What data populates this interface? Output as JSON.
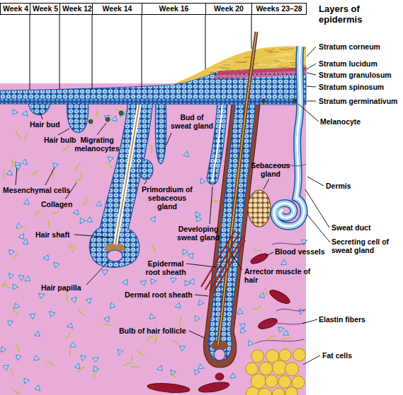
{
  "diagram": {
    "nodes": [
      {
        "text": [
          "Week 4"
        ]
      },
      {
        "text": [
          "Week 5"
        ]
      },
      {
        "text": [
          "Week 12"
        ]
      },
      {
        "text": [
          "Week 14"
        ]
      },
      {
        "text": [
          "Week 16"
        ]
      },
      {
        "text": [
          "Week 20"
        ]
      },
      {
        "text": [
          "Weeks 23–28"
        ]
      }
    ],
    "labels": [
      "Layers of epidermis",
      "Stratum corneum",
      "Stratum lucidum",
      "Stratum granulosum",
      "Stratum spinosum",
      "Stratum germinativum",
      "Hair bud",
      "Hair bulb",
      "Migrating melanocytes",
      "Bud of sweat gland",
      "Melanocyte",
      "Sebaceous gland",
      "Dermis",
      "Mesenchymal cells",
      "Collagen",
      "Primordium of sebaceous gland",
      "Developing sweat gland",
      "Sweat duct",
      "Hair shaft",
      "Secreting cell of sweat gland",
      "Blood vessels",
      "Epidermal root sheath",
      "Arrector muscle of hair",
      "Hair papilla",
      "Dermal root sheath",
      "Elastin fibers",
      "Bulb of hair follicle",
      "Fat cells"
    ]
  }
}
